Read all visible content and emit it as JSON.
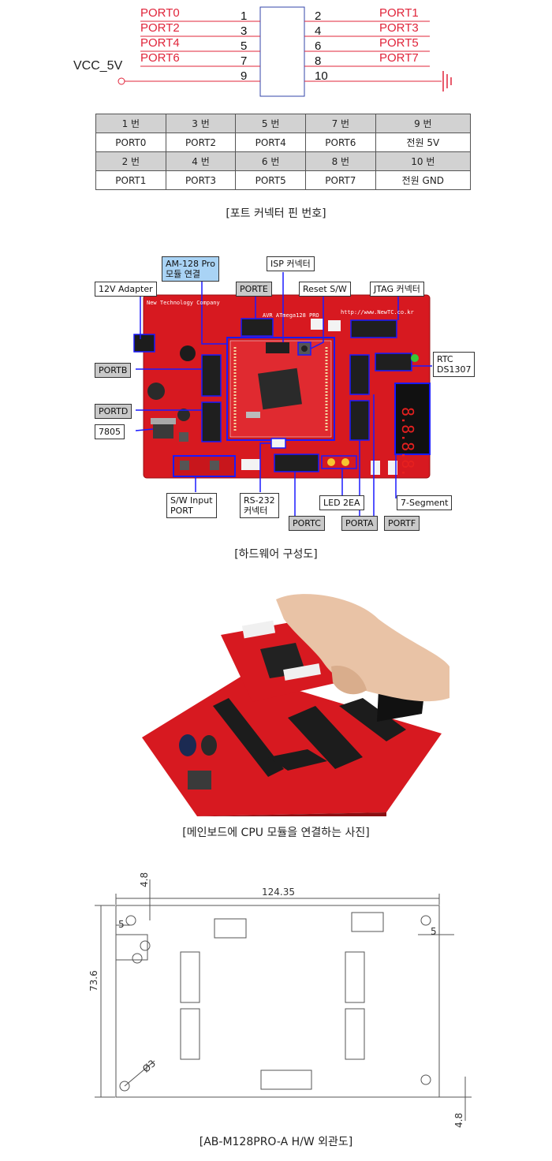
{
  "schematic": {
    "left_ports": [
      "PORT0",
      "PORT2",
      "PORT4",
      "PORT6"
    ],
    "right_ports": [
      "PORT1",
      "PORT3",
      "PORT5",
      "PORT7"
    ],
    "left_pins": [
      "1",
      "3",
      "5",
      "7",
      "9"
    ],
    "right_pins": [
      "2",
      "4",
      "6",
      "8",
      "10"
    ],
    "vcc_label": "VCC_5V"
  },
  "pin_table": {
    "rows": [
      [
        "1 번",
        "3 번",
        "5 번",
        "7 번",
        "9 번"
      ],
      [
        "PORT0",
        "PORT2",
        "PORT4",
        "PORT6",
        "전원 5V"
      ],
      [
        "2 번",
        "4 번",
        "6 번",
        "8 번",
        "10 번"
      ],
      [
        "PORT1",
        "PORT3",
        "PORT5",
        "PORT7",
        "전원 GND"
      ]
    ]
  },
  "captions": {
    "connector": "[포트 커넥터 핀 번호]",
    "hardware": "[하드웨어 구성도]",
    "photo": "[메인보드에 CPU 모듈을 연결하는 사진]",
    "outline": "[AB-M128PRO-A H/W 외관도]"
  },
  "hw_labels": {
    "am128": "AM-128 Pro\n모듈 연결",
    "isp": "ISP 커넥터",
    "adapter": "12V Adapter",
    "porte": "PORTE",
    "reset": "Reset S/W",
    "jtag": "JTAG 커넥터",
    "rtc": "RTC\nDS1307",
    "portb": "PORTB",
    "portd": "PORTD",
    "reg7805": "7805",
    "sw_input": "S/W Input\nPORT",
    "rs232": "RS-232\n커넥터",
    "led": "LED 2EA",
    "seg7": "7-Segment",
    "portc": "PORTC",
    "porta": "PORTA",
    "portf": "PORTF"
  },
  "board_text": {
    "title": "AVR  ATmega128  PRO",
    "company": "New Technology Company",
    "web": "http://www.NewTC.co.kr",
    "seg_digits": "8.8.8.8."
  },
  "outline": {
    "width": "124.35",
    "height": "73.6",
    "top_offset": "4.8",
    "bottom_offset": "4.8",
    "left_offset": "5",
    "right_offset": "5",
    "hole": "Ø3"
  },
  "colors": {
    "port_red": "#e0243a",
    "board_red": "#d71920",
    "highlight_blue": "#1a1aff",
    "label_blue": "#a9d3f5",
    "label_grey": "#c9c9c9"
  }
}
